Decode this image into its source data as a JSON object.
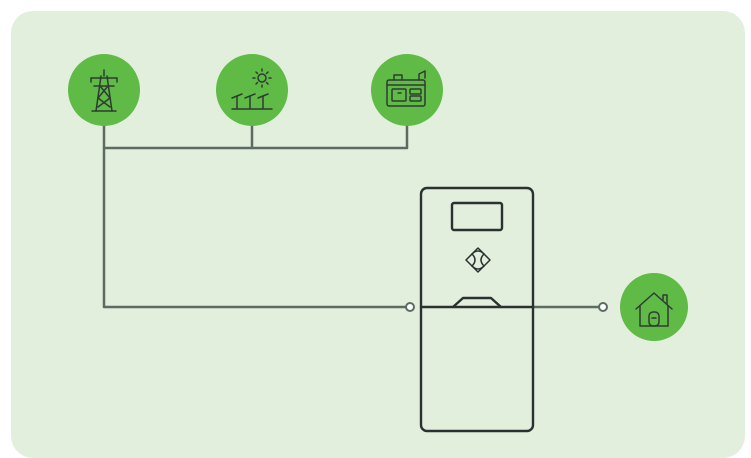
{
  "colors": {
    "background": "#e3efdd",
    "node_fill": "#5fbb46",
    "wire": "#5c6b63",
    "icon_stroke": "#2e3b33",
    "cabinet_stroke": "#2a3130",
    "cabinet_fill": "#ffffff"
  },
  "sources": [
    {
      "id": "grid",
      "icon": "transmission-tower-icon"
    },
    {
      "id": "solar",
      "icon": "solar-panels-icon"
    },
    {
      "id": "generator",
      "icon": "generator-icon"
    }
  ],
  "storage": {
    "icon": "energy-storage-cabinet-icon",
    "logo": "brand-logo-icon"
  },
  "load": {
    "id": "home",
    "icon": "house-icon"
  }
}
